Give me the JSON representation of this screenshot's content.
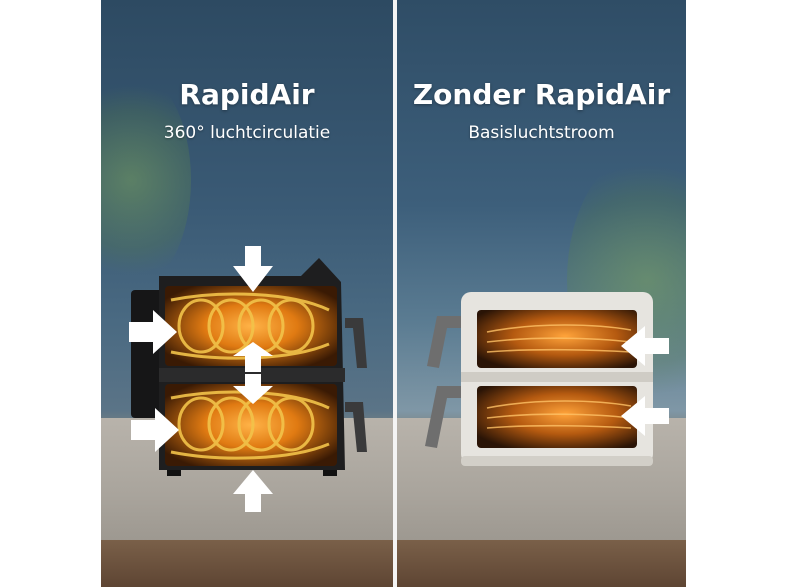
{
  "left": {
    "title": "RapidAir",
    "subtitle": "360° luchtcirculatie"
  },
  "right": {
    "title": "Zonder RapidAir",
    "subtitle": "Basisluchtstroom"
  },
  "colors": {
    "glow": "#ff9a1a",
    "coil": "#f2c34a",
    "arrow": "#ffffff",
    "fryer_dark": "#1e1e1f",
    "fryer_light": "#e6e4df"
  }
}
